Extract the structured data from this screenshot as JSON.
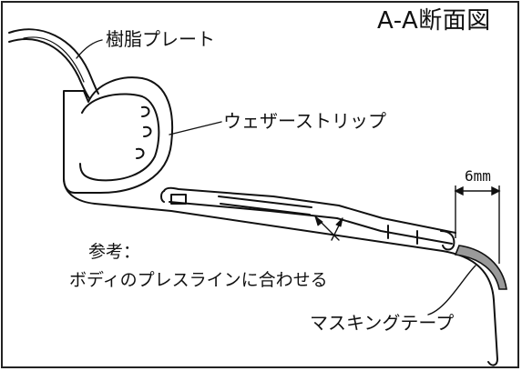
{
  "title": "A-A断面図",
  "labels": {
    "resin_plate": "樹脂プレート",
    "weather_strip": "ウェザーストリップ",
    "dimension": "6mm",
    "reference_heading": "参考：",
    "reference_text": "ボディのプレスラインに合わせる",
    "masking_tape": "マスキングテープ"
  },
  "colors": {
    "line": "#111111",
    "tape_fill": "#9a9a9a",
    "background": "#ffffff"
  }
}
